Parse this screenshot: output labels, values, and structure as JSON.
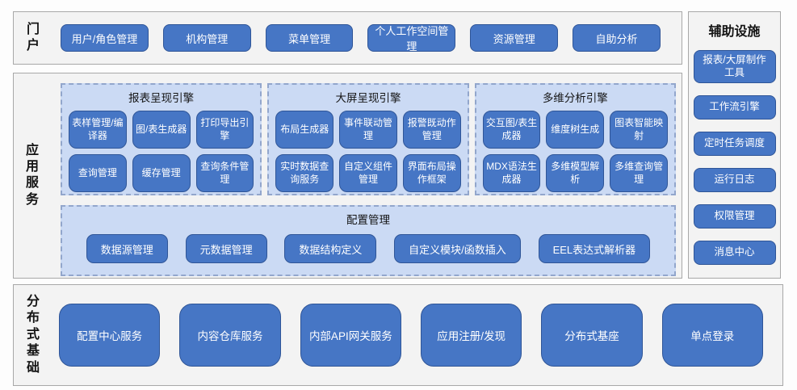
{
  "colors": {
    "button_blue": "#4676c5",
    "button_border": "#2f5597",
    "panel_light_blue": "#cbdaf4",
    "section_gray": "#f3f3f3"
  },
  "portal": {
    "label": "门户",
    "items": [
      "用户/角色管理",
      "机构管理",
      "菜单管理",
      "个人工作空间管理",
      "资源管理",
      "自助分析"
    ]
  },
  "app_services": {
    "label": "应用服务",
    "engines": [
      {
        "title": "报表呈现引擎",
        "items": [
          "表样管理/编译器",
          "图/表生成器",
          "打印导出引擎",
          "查询管理",
          "缓存管理",
          "查询条件管理"
        ]
      },
      {
        "title": "大屏呈现引擎",
        "items": [
          "布局生成器",
          "事件联动管理",
          "报警既动作管理",
          "实时数据查询服务",
          "自定义组件管理",
          "界面布局操作框架"
        ]
      },
      {
        "title": "多维分析引擎",
        "items": [
          "交互图/表生成器",
          "维度树生成",
          "图表智能映射",
          "MDX语法生成器",
          "多维模型解析",
          "多维查询管理"
        ]
      }
    ],
    "config": {
      "title": "配置管理",
      "items": [
        "数据源管理",
        "元数据管理",
        "数据结构定义",
        "自定义模块/函数插入",
        "EEL表达式解析器"
      ]
    }
  },
  "aux": {
    "title": "辅助设施",
    "items": [
      "报表/大屏制作工具",
      "工作流引擎",
      "定时任务调度",
      "运行日志",
      "权限管理",
      "消息中心"
    ]
  },
  "distributed": {
    "label": "分布式基础",
    "items": [
      "配置中心服务",
      "内容仓库服务",
      "内部API网关服务",
      "应用注册/发现",
      "分布式基座",
      "单点登录"
    ]
  }
}
